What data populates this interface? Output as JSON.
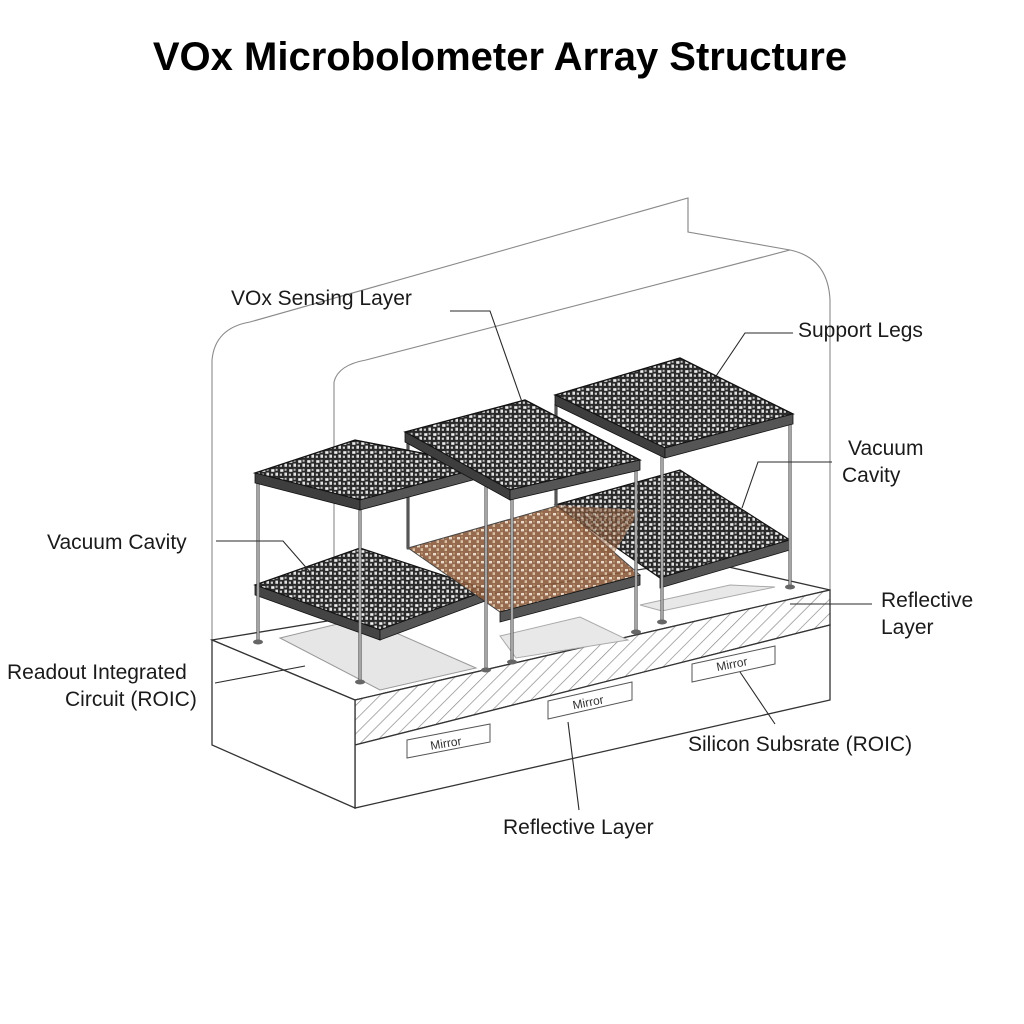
{
  "title": "VOx Microbolometer Array Structure",
  "labels": {
    "vox_sensing_layer": "VOx Sensing Layer",
    "support_legs": "Support Legs",
    "vacuum_cavity_right_line1": "Vacuum",
    "vacuum_cavity_right_line2": "Cavity",
    "vacuum_cavity_left": "Vacuum Cavity",
    "reflective_layer_right_line1": "Reflective",
    "reflective_layer_right_line2": "Layer",
    "roic_line1": "Readout Integrated",
    "roic_line2": "Circuit (ROIC)",
    "silicon_substrate": "Silicon Subsrate (ROIC)",
    "reflective_layer_bottom": "Reflective Layer"
  },
  "mirror_labels": [
    "Mirror",
    "Mirror",
    "Mirror"
  ],
  "colors": {
    "mesh_dark": "#1c1c1c",
    "mesh_light": "#f2f2f2",
    "absorber_tint": "#8a5a3c",
    "mirror_pad": "#e8e8e8",
    "outline": "#333333"
  }
}
